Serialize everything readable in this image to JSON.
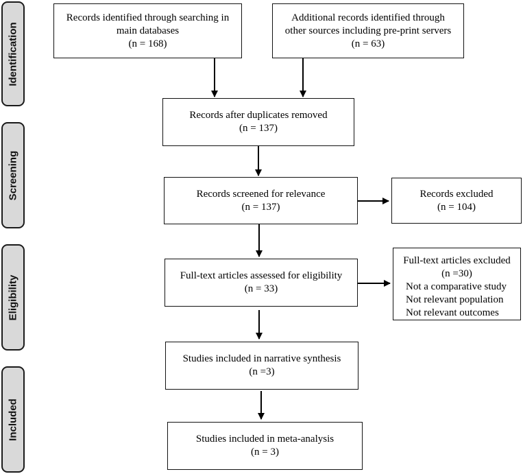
{
  "phases": {
    "identification": "Identification",
    "screening": "Screening",
    "eligibility": "Eligibility",
    "included": "Included"
  },
  "boxes": {
    "databases": {
      "line1": "Records identified through searching in",
      "line2": "main databases",
      "count": "(n = 168)"
    },
    "other_sources": {
      "line1": "Additional records identified through",
      "line2": "other sources including pre-print servers",
      "count": "(n = 63)"
    },
    "duplicates_removed": {
      "line1": "Records after duplicates removed",
      "count": "(n = 137)"
    },
    "screened": {
      "line1": "Records screened for relevance",
      "count": "(n = 137)"
    },
    "records_excluded": {
      "line1": "Records excluded",
      "count": "(n = 104)"
    },
    "full_text_assessed": {
      "line1": "Full-text articles assessed for eligibility",
      "count": "(n = 33)"
    },
    "full_text_excluded": {
      "line1": "Full-text articles excluded",
      "count": "(n =30)",
      "reasons": [
        "Not a comparative study",
        "Not relevant population",
        "Not relevant outcomes"
      ]
    },
    "narrative_synthesis": {
      "line1": "Studies included in narrative synthesis",
      "count": "(n =3)"
    },
    "meta_analysis": {
      "line1": "Studies included in meta-analysis",
      "count": "(n = 3)"
    }
  }
}
